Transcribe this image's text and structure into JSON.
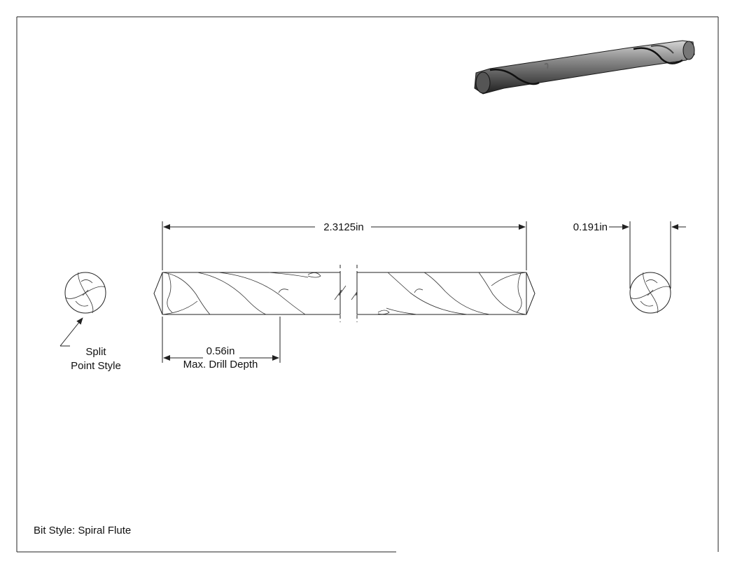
{
  "drawing": {
    "overall_length": "2.3125in",
    "diameter": "0.191in",
    "drill_depth_value": "0.56in",
    "drill_depth_caption": "Max. Drill Depth",
    "point_style_line1": "Split",
    "point_style_line2": "Point Style",
    "bit_style": "Bit Style: Spiral Flute"
  },
  "colors": {
    "line": "#222222",
    "render_dark": "#2b2b2b",
    "render_light": "#9a9a9a"
  }
}
